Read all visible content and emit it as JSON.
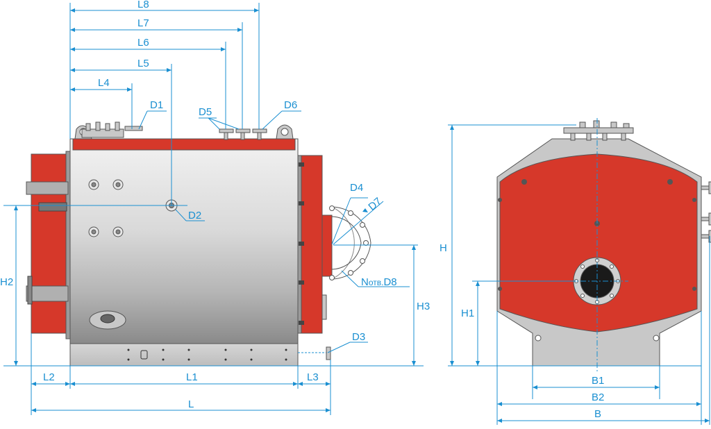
{
  "colors": {
    "dimension": "#1a8fd1",
    "body_red": "#d6382a",
    "metal_gray": "#c8c8c8",
    "outline": "#555555"
  },
  "labels": {
    "L8": "L8",
    "L7": "L7",
    "L6": "L6",
    "L5": "L5",
    "L4": "L4",
    "D1": "D1",
    "D5": "D5",
    "D6": "D6",
    "D2": "D2",
    "D4": "D4",
    "D7": "D7",
    "N": "N",
    "otv": "отв.",
    "D8": "D8",
    "D3": "D3",
    "H2": "H2",
    "H3": "H3",
    "L2": "L2",
    "L1": "L1",
    "L3": "L3",
    "L": "L",
    "H": "H",
    "H1": "H1",
    "B1": "B1",
    "B2": "B2",
    "B": "B"
  }
}
